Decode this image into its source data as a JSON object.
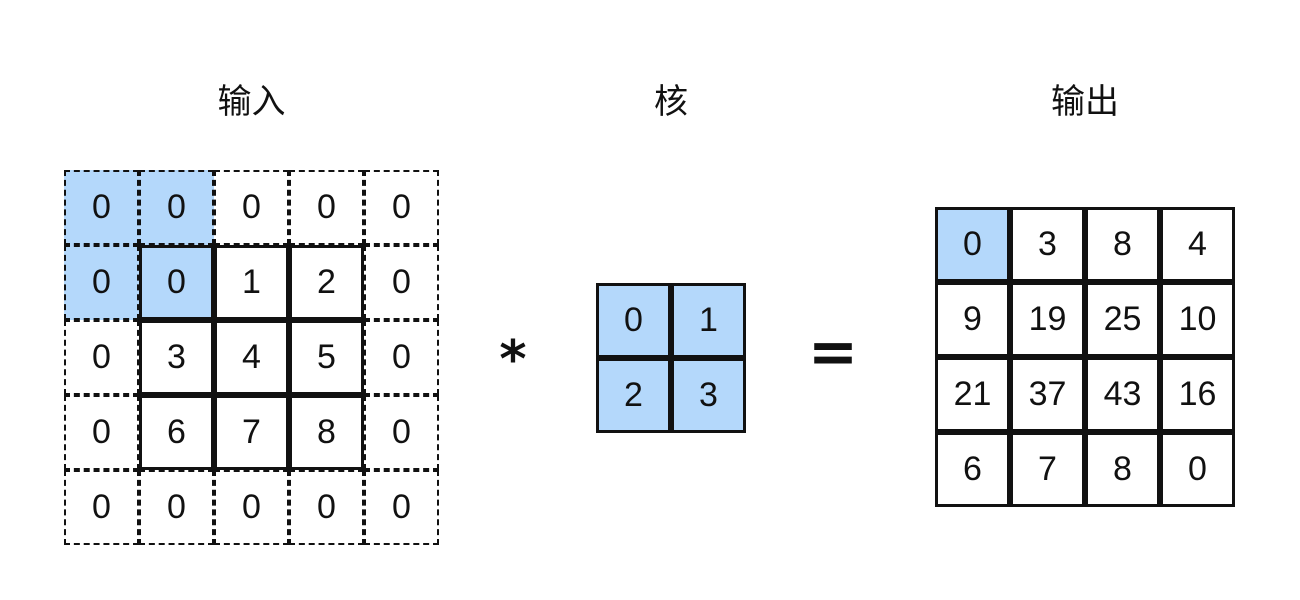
{
  "titles": {
    "input": "输入",
    "kernel": "核",
    "output": "输出"
  },
  "operators": {
    "conv": "*",
    "equals": "="
  },
  "colors": {
    "highlight": "#b4d8fb",
    "line": "#111111"
  },
  "input": {
    "values": [
      [
        "0",
        "0",
        "0",
        "0",
        "0"
      ],
      [
        "0",
        "0",
        "1",
        "2",
        "0"
      ],
      [
        "0",
        "3",
        "4",
        "5",
        "0"
      ],
      [
        "0",
        "6",
        "7",
        "8",
        "0"
      ],
      [
        "0",
        "0",
        "0",
        "0",
        "0"
      ]
    ],
    "highlighted": [
      [
        0,
        0
      ],
      [
        0,
        1
      ],
      [
        1,
        0
      ],
      [
        1,
        1
      ]
    ],
    "padding_cells": "dashed border",
    "original_cells": "solid border"
  },
  "kernel": {
    "values": [
      [
        "0",
        "1"
      ],
      [
        "2",
        "3"
      ]
    ],
    "highlighted": "all"
  },
  "output": {
    "values": [
      [
        "0",
        "3",
        "8",
        "4"
      ],
      [
        "9",
        "19",
        "25",
        "10"
      ],
      [
        "21",
        "37",
        "43",
        "16"
      ],
      [
        "6",
        "7",
        "8",
        "0"
      ]
    ],
    "highlighted": [
      [
        0,
        0
      ]
    ]
  }
}
